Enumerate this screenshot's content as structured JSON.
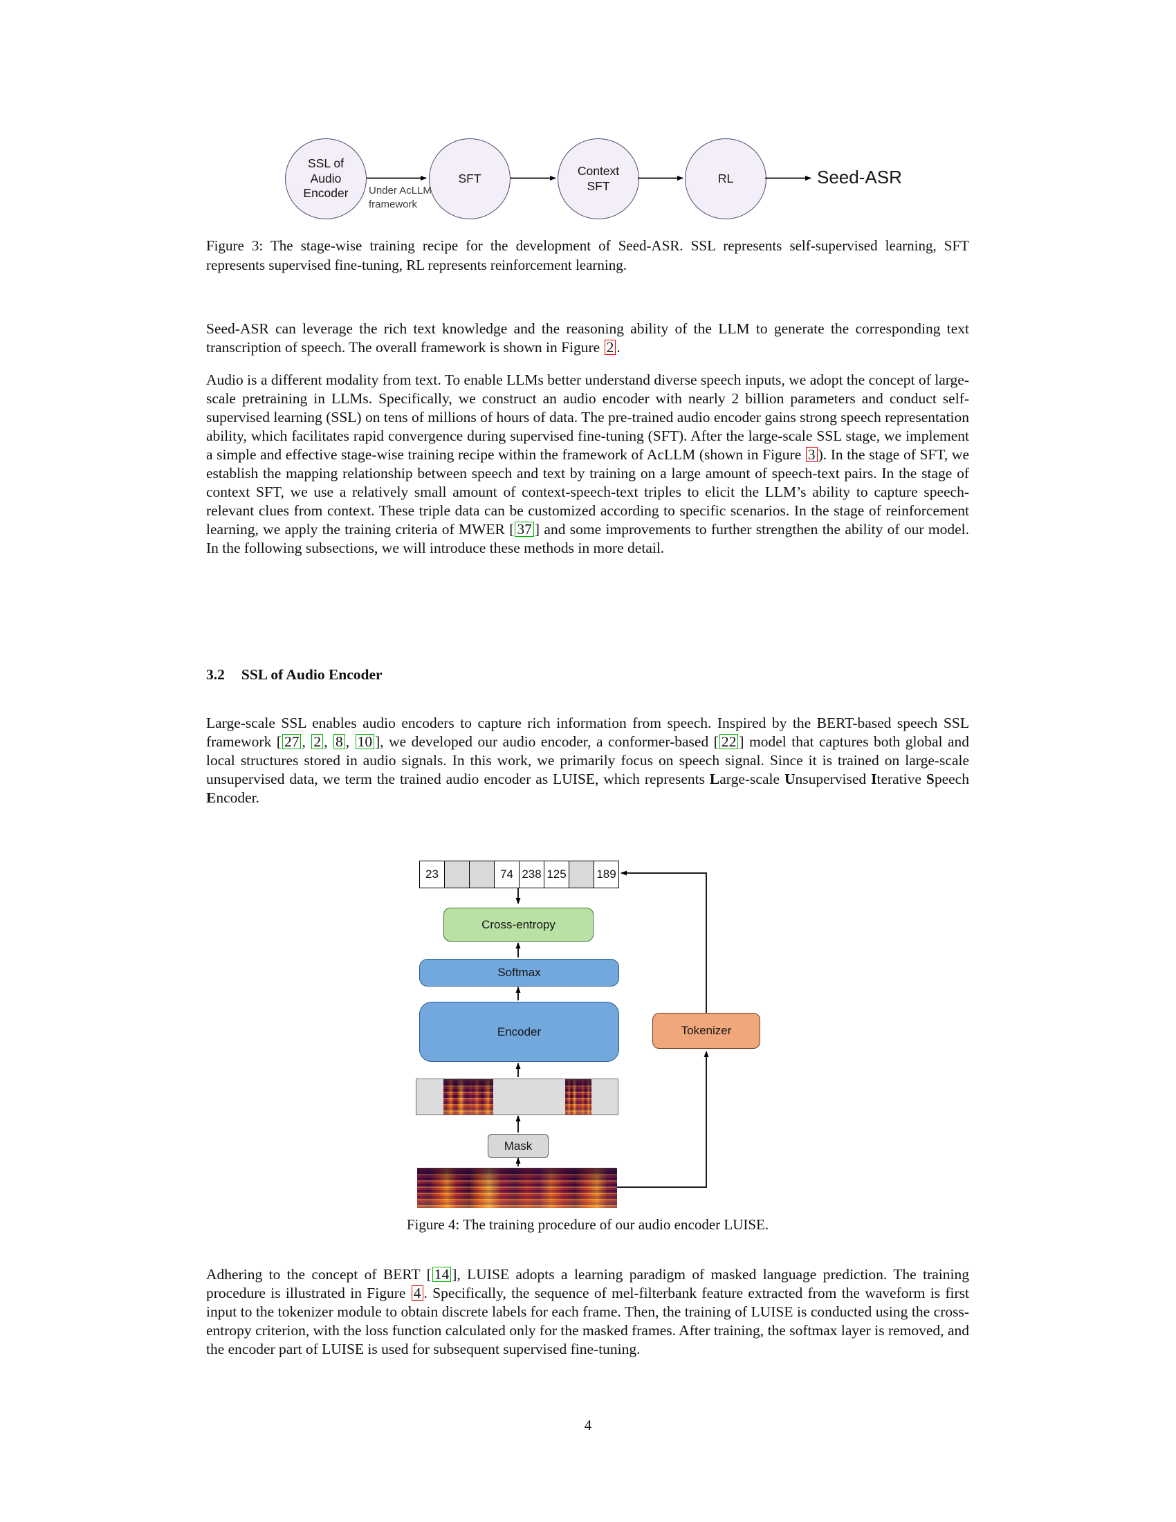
{
  "colors": {
    "fig-node-fill": "#f3eef7",
    "fig-node-stroke": "#44506e",
    "box-green-fill": "#b9e1a4",
    "box-green-stroke": "#49703c",
    "box-blue-fill": "#73a8de",
    "box-blue-stroke": "#2f5c87",
    "box-orange-fill": "#f1a77c",
    "box-orange-stroke": "#74421f",
    "box-gray-fill": "#d8d8d8",
    "box-gray-stroke": "#5a5a5a",
    "token-masked-fill": "#d9d9d9",
    "ref-red": "#e60000",
    "cite-green": "#00b400"
  },
  "figure3": {
    "nodes": [
      {
        "label": "SSL of\nAudio\nEncoder"
      },
      {
        "label": "SFT"
      },
      {
        "label": "Context\nSFT"
      },
      {
        "label": "RL"
      }
    ],
    "arrow_annotation": "Under AcLLM\nframework",
    "output_label": "Seed-ASR",
    "caption": "Figure 3: The stage-wise training recipe for the development of Seed-ASR. SSL represents self-supervised learning, SFT represents supervised fine-tuning, RL represents reinforcement learning."
  },
  "section": {
    "number": "3.2",
    "title": "SSL of Audio Encoder"
  },
  "paragraphs": {
    "p1": [
      {
        "t": "x",
        "v": "Seed-ASR can leverage the rich text knowledge and the reasoning ability of the LLM to generate the corresponding text transcription of speech. The overall framework is shown in Figure "
      },
      {
        "t": "ref",
        "v": "2"
      },
      {
        "t": "x",
        "v": "."
      }
    ],
    "p2": [
      {
        "t": "x",
        "v": "Audio is a different modality from text. To enable LLMs better understand diverse speech inputs, we adopt the concept of large-scale pretraining in LLMs. Specifically, we construct an audio encoder with nearly 2 billion parameters and conduct self-supervised learning (SSL) on tens of millions of hours of data. The pre-trained audio encoder gains strong speech representation ability, which facilitates rapid convergence during supervised fine-tuning (SFT). After the large-scale SSL stage, we implement a simple and effective stage-wise training recipe within the framework of AcLLM (shown in Figure "
      },
      {
        "t": "ref",
        "v": "3"
      },
      {
        "t": "x",
        "v": "). In the stage of SFT, we establish the mapping relationship between speech and text by training on a large amount of speech-text pairs. In the stage of context SFT, we use a relatively small amount of context-speech-text triples to elicit the LLM’s ability to capture speech-relevant clues from context. These triple data can be customized according to specific scenarios. In the stage of reinforcement learning, we apply the training criteria of MWER ["
      },
      {
        "t": "cite",
        "v": "37"
      },
      {
        "t": "x",
        "v": "] and some improvements to further strengthen the ability of our model. In the following subsections, we will introduce these methods in more detail."
      }
    ],
    "p3": [
      {
        "t": "x",
        "v": "Large-scale SSL enables audio encoders to capture rich information from speech. Inspired by the BERT-based speech SSL framework ["
      },
      {
        "t": "cite",
        "v": "27"
      },
      {
        "t": "x",
        "v": ", "
      },
      {
        "t": "cite",
        "v": "2"
      },
      {
        "t": "x",
        "v": ", "
      },
      {
        "t": "cite",
        "v": "8"
      },
      {
        "t": "x",
        "v": ", "
      },
      {
        "t": "cite",
        "v": "10"
      },
      {
        "t": "x",
        "v": "], we developed our audio encoder, a conformer-based ["
      },
      {
        "t": "cite",
        "v": "22"
      },
      {
        "t": "x",
        "v": "] model that captures both global and local structures stored in audio signals. In this work, we primarily focus on speech signal. Since it is trained on large-scale unsupervised data, we term the trained audio encoder as LUISE, which represents "
      },
      {
        "t": "b",
        "v": "L"
      },
      {
        "t": "x",
        "v": "arge-scale "
      },
      {
        "t": "b",
        "v": "U"
      },
      {
        "t": "x",
        "v": "nsupervised "
      },
      {
        "t": "b",
        "v": "I"
      },
      {
        "t": "x",
        "v": "terative "
      },
      {
        "t": "b",
        "v": "S"
      },
      {
        "t": "x",
        "v": "peech "
      },
      {
        "t": "b",
        "v": "E"
      },
      {
        "t": "x",
        "v": "ncoder."
      }
    ],
    "p4": [
      {
        "t": "x",
        "v": "Adhering to the concept of BERT ["
      },
      {
        "t": "cite",
        "v": "14"
      },
      {
        "t": "x",
        "v": "], LUISE adopts a learning paradigm of masked language prediction. The training procedure is illustrated in Figure "
      },
      {
        "t": "ref",
        "v": "4"
      },
      {
        "t": "x",
        "v": ". Specifically, the sequence of mel-filterbank feature extracted from the waveform is first input to the tokenizer module to obtain discrete labels for each frame. Then, the training of LUISE is conducted using the cross-entropy criterion, with the loss function calculated only for the masked frames. After training, the softmax layer is removed, and the encoder part of LUISE is used for subsequent supervised fine-tuning."
      }
    ]
  },
  "figure4": {
    "tokens": [
      {
        "value": "23",
        "masked": false
      },
      {
        "value": "",
        "masked": true
      },
      {
        "value": "",
        "masked": true
      },
      {
        "value": "74",
        "masked": false
      },
      {
        "value": "238",
        "masked": false
      },
      {
        "value": "125",
        "masked": false
      },
      {
        "value": "",
        "masked": true
      },
      {
        "value": "189",
        "masked": false
      }
    ],
    "boxes": {
      "cross_entropy": "Cross-entropy",
      "softmax": "Softmax",
      "encoder": "Encoder",
      "tokenizer": "Tokenizer",
      "mask": "Mask"
    },
    "caption": "Figure 4: The training procedure of our audio encoder LUISE."
  },
  "page": {
    "number": "4"
  }
}
